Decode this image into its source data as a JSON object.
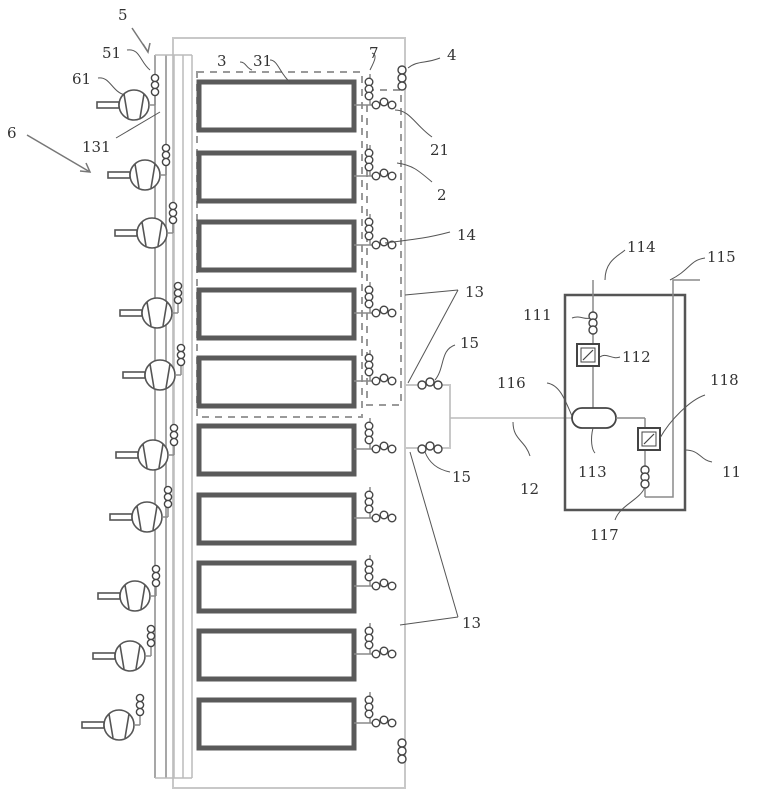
{
  "diagram": {
    "type": "patent-schematic",
    "description": "Battery/storage module rack with pumps, valves and an external control unit",
    "labels": {
      "l5": "5",
      "l51": "51",
      "l61": "61",
      "l6": "6",
      "l131": "131",
      "l3": "3",
      "l31": "31",
      "l7": "7",
      "l4": "4",
      "l21": "21",
      "l2": "2",
      "l14": "14",
      "l13a": "13",
      "l15a": "15",
      "l15b": "15",
      "l13b": "13",
      "l114": "114",
      "l115": "115",
      "l111": "111",
      "l112": "112",
      "l116": "116",
      "l118": "118",
      "l113": "113",
      "l12": "12",
      "l11": "11",
      "l117": "117"
    },
    "module_count": 10,
    "pump_count": 10,
    "colors": {
      "module_stroke": "#5a5a5a",
      "frame_stroke": "#c8c8c8",
      "text": "#333333"
    }
  }
}
